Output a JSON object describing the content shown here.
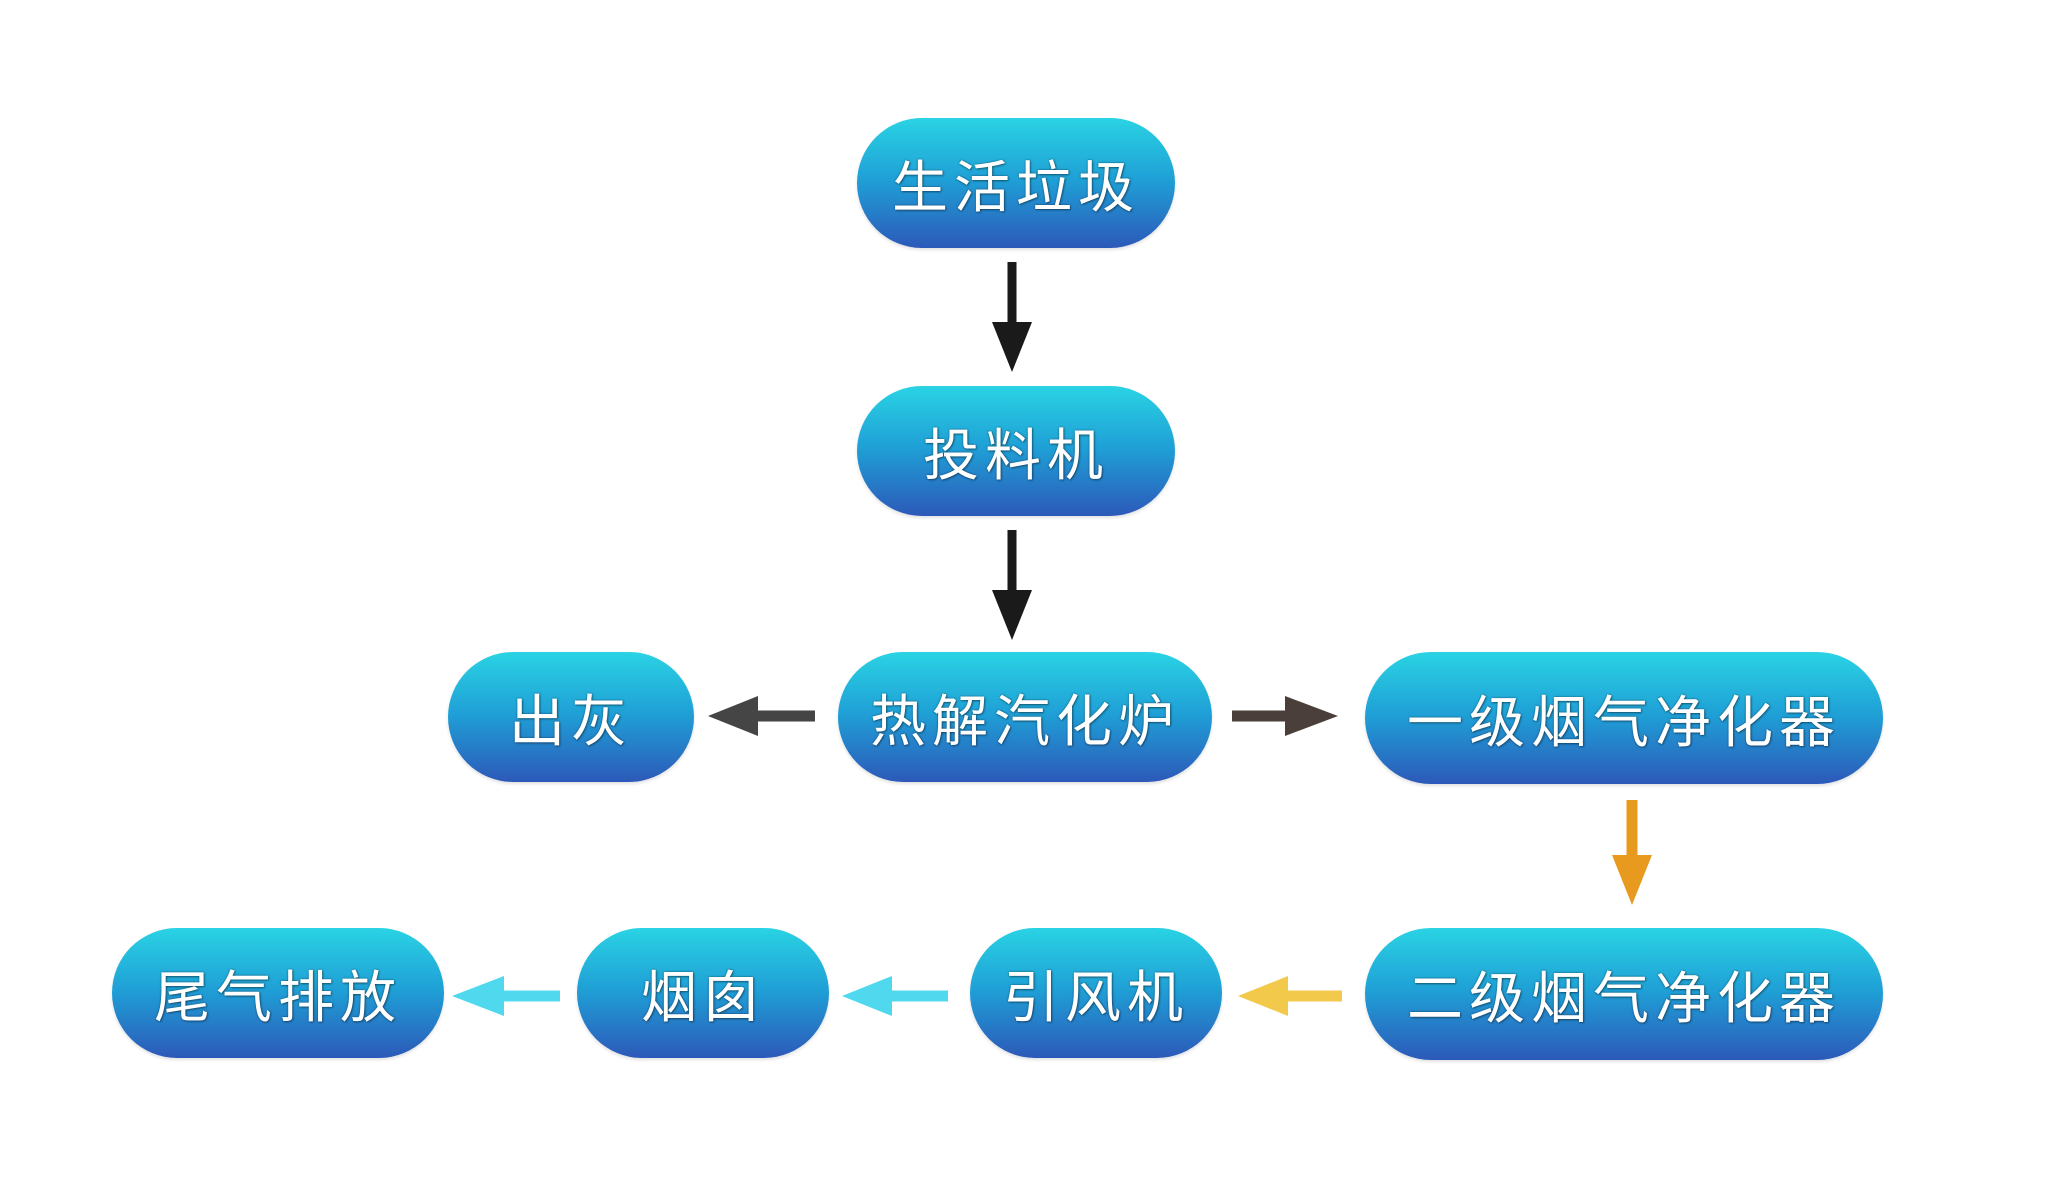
{
  "nodes": {
    "waste": "生活垃圾",
    "feeder": "投料机",
    "furnace": "热解汽化炉",
    "ash": "出灰",
    "purifier1": "一级烟气净化器",
    "purifier2": "二级烟气净化器",
    "fan": "引风机",
    "chimney": "烟囱",
    "exhaust": "尾气排放"
  },
  "colors": {
    "arrow_black": "#1a1a1a",
    "arrow_dark_gray": "#454545",
    "arrow_brown_gray": "#4a3f3a",
    "arrow_orange": "#e89a1e",
    "arrow_yellow": "#f2c94a",
    "arrow_cyan": "#4fd8ee",
    "node_top": "#2ad3e4",
    "node_bottom": "#2c59b9"
  }
}
